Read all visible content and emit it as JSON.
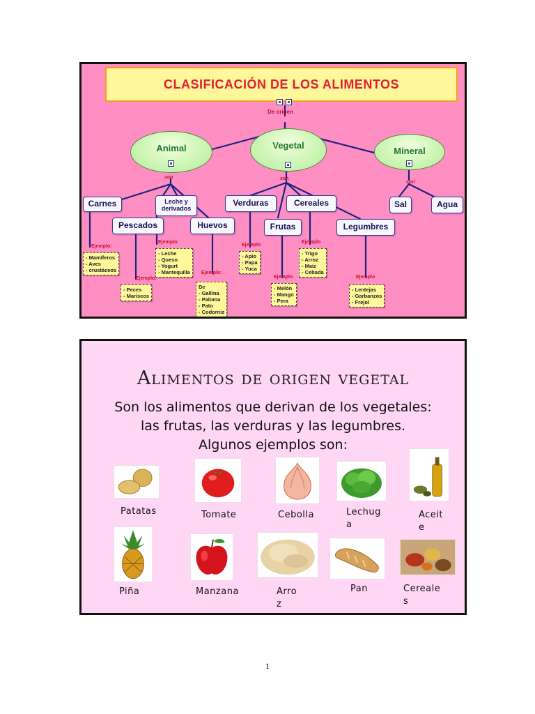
{
  "slide1": {
    "title": "CLASIFICACIÓN DE LOS ALIMENTOS",
    "origin_label": "De origen",
    "son_label": "son",
    "example_label": "Ejemplo:",
    "example_label_alt": "Ejemplo",
    "categories": {
      "animal": "Animal",
      "vegetal": "Vegetal",
      "mineral": "Mineral"
    },
    "animal_nodes": {
      "carnes": "Carnes",
      "leche": "Leche y derivados",
      "pescados": "Pescados",
      "huevos": "Huevos"
    },
    "vegetal_nodes": {
      "verduras": "Verduras",
      "cereales": "Cereales",
      "frutas": "Frutas",
      "legumbres": "Legumbres"
    },
    "mineral_nodes": {
      "sal": "Sal",
      "agua": "Agua"
    },
    "examples": {
      "carnes": [
        "- Mamíferos",
        "- Aves",
        "- crustáceos"
      ],
      "pescados": [
        "- Peces",
        "- Mariscos"
      ],
      "leche": [
        "- Leche",
        "- Queso",
        "- Yogurt",
        "- Mantequilla"
      ],
      "huevos": [
        "De",
        "- Gallina",
        "- Paloma",
        "- Pato",
        "- Codorniz"
      ],
      "verduras": [
        "- Apio",
        "- Papa",
        "- Yuca"
      ],
      "frutas": [
        "- Melón",
        "- Mango",
        "- Pera"
      ],
      "cereales": [
        "- Trigo",
        "- Arroz",
        "- Maíz",
        "- Cebada"
      ],
      "legumbres": [
        "- Lentejas",
        "- Garbanzos",
        "- Frejol"
      ]
    }
  },
  "slide2": {
    "title": "Alimentos de origen vegetal",
    "text_lines": [
      "Son los alimentos que derivan de los vegetales:",
      "las frutas, las verduras y las legumbres.",
      "Algunos ejemplos son:"
    ],
    "foods": [
      {
        "label": "Patatas",
        "icon": "potato-icon"
      },
      {
        "label": "Tomate",
        "icon": "tomato-icon"
      },
      {
        "label": "Cebolla",
        "icon": "onion-icon"
      },
      {
        "label": "Lechug\na",
        "icon": "lettuce-icon"
      },
      {
        "label": "Aceit\ne",
        "icon": "oil-icon"
      },
      {
        "label": "Piña",
        "icon": "pineapple-icon"
      },
      {
        "label": "Manzana",
        "icon": "apple-icon"
      },
      {
        "label": "Arro\nz",
        "icon": "rice-icon"
      },
      {
        "label": "Pan",
        "icon": "bread-icon"
      },
      {
        "label": "Cereale\ns",
        "icon": "cereal-icon"
      }
    ]
  },
  "page_number": "1",
  "colors": {
    "slide1_bg": "#ff8ec3",
    "slide2_bg": "#ffd6f4",
    "title_red": "#e02030",
    "connector_blue": "#1a237e"
  }
}
